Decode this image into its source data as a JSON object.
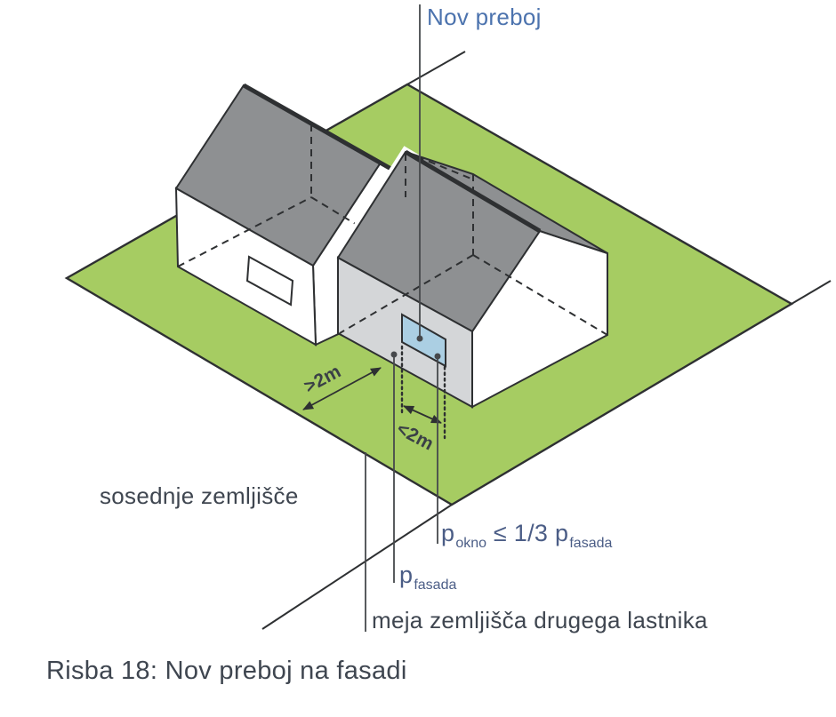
{
  "figure": {
    "caption": "Risba 18: Nov preboj na fasadi",
    "labels": {
      "nov_preboj": "Nov preboj",
      "dim_greater": ">2m",
      "dim_less": "<2m",
      "neighbor_plot": "sosednje zemljišče",
      "boundary": "meja zemljišča drugega lastnika"
    },
    "formula_window": {
      "p": "p",
      "p_sub": "okno",
      "relation": "≤ 1/3",
      "p2": "p",
      "p2_sub": "fasada"
    },
    "formula_facade": {
      "p": "p",
      "p_sub": "fasada"
    },
    "colors": {
      "green": "#a6cc62",
      "roof": "#8e9092",
      "facade": "#d4d6d8",
      "window": "#abcfe3",
      "wall": "#ffffff",
      "line": "#2e3032",
      "leader": "#46494c",
      "text": "#3f4650",
      "text_blue": "#4c73ae",
      "formula": "#4b5d86"
    }
  }
}
